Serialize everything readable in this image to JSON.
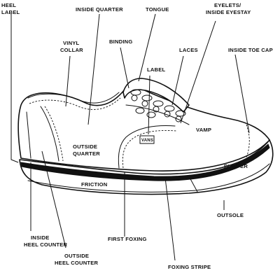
{
  "labels": {
    "heel_label": [
      "HEEL",
      "LABEL"
    ],
    "inside_quarter": "INSIDE QUARTER",
    "tongue": "TONGUE",
    "eyelets": [
      "EYELETS/",
      "INSIDE EYESTAY"
    ],
    "vinyl_collar": [
      "VINYL",
      "COLLAR"
    ],
    "binding": "BINDING",
    "laces": "LACES",
    "inside_toe_cap": "INSIDE TOE CAP",
    "label": "LABEL",
    "vamp": "VAMP",
    "outside_quarter": [
      "OUTSIDE",
      "QUARTER"
    ],
    "friction": "FRICTION",
    "bumper": "BUMPER",
    "inside_heel_counter": [
      "INSIDE",
      "HEEL COUNTER"
    ],
    "first_foxing": "FIRST FOXING",
    "outsole": "OUTSOLE",
    "outside_heel_counter": [
      "OUTSIDE",
      "HEEL COUNTER"
    ],
    "foxing_stripe": "FOXING STRIPE"
  },
  "brand_mark": "VANS",
  "colors": {
    "ink": "#111111",
    "paper": "#ffffff"
  }
}
